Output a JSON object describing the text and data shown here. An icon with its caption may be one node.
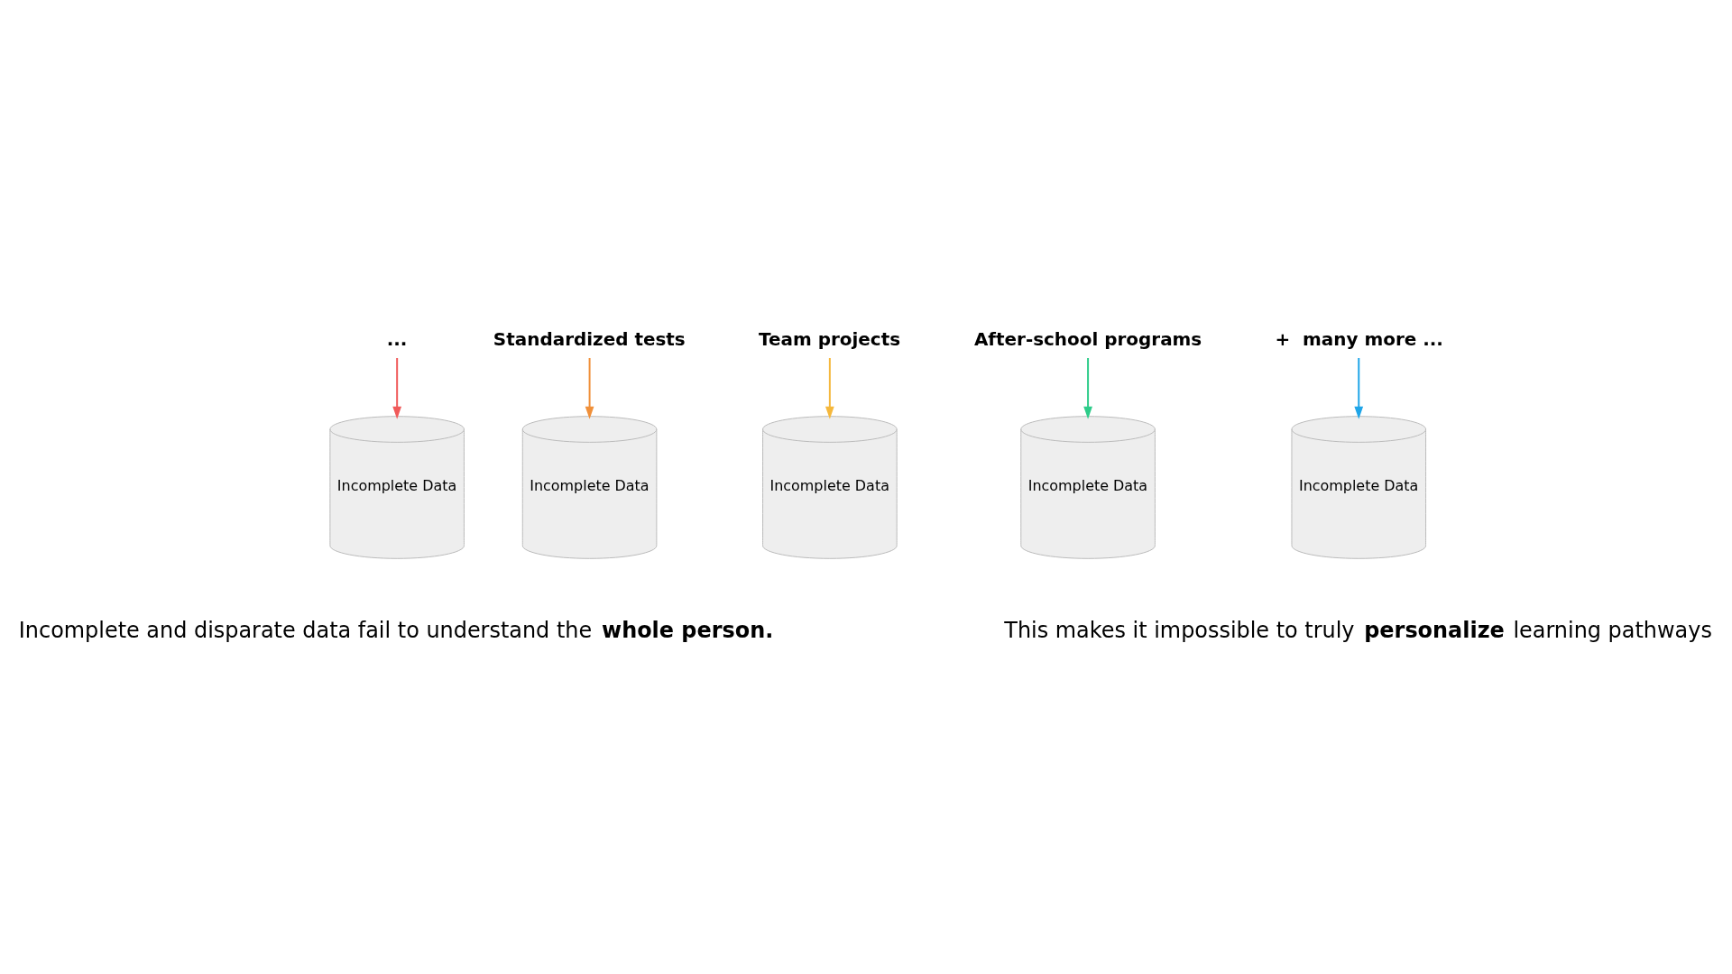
{
  "diagram": {
    "nodes": [
      {
        "text": [
          "..."
        ]
      },
      {
        "text": [
          "Standardized tests"
        ]
      },
      {
        "text": [
          "Team projects"
        ]
      },
      {
        "text": [
          "After-school programs"
        ]
      },
      {
        "text": [
          "+  many more ..."
        ]
      },
      {
        "text": [
          "Incomplete Data"
        ]
      },
      {
        "text": [
          "Incomplete Data"
        ]
      },
      {
        "text": [
          "Incomplete Data"
        ]
      },
      {
        "text": [
          "Incomplete Data"
        ]
      },
      {
        "text": [
          "Incomplete Data"
        ]
      }
    ],
    "edges": [
      {
        "from": 0,
        "to": 5,
        "arrow": "to",
        "color": "#f05a5a"
      },
      {
        "from": 1,
        "to": 6,
        "arrow": "to",
        "color": "#f0903a"
      },
      {
        "from": 2,
        "to": 7,
        "arrow": "to",
        "color": "#f5b83d"
      },
      {
        "from": 3,
        "to": 8,
        "arrow": "to",
        "color": "#2ecc8a"
      },
      {
        "from": 4,
        "to": 9,
        "arrow": "to",
        "color": "#1fa5e8"
      }
    ],
    "labels": [
      "Incomplete and disparate data fail to understand the **whole person.**",
      "This makes it impossible to truly **personalize** learning pathways"
    ]
  }
}
